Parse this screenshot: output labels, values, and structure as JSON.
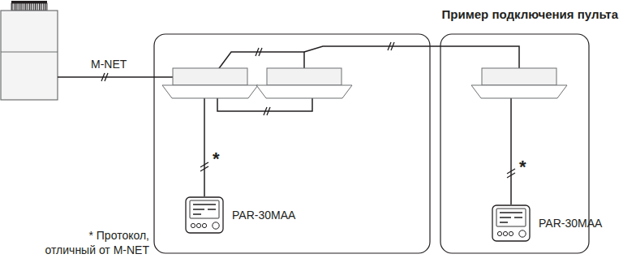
{
  "diagram": {
    "title": "Пример подключения пульта",
    "nodes": [
      {
        "text": [
          "PAR-30MAA"
        ]
      },
      {
        "text": [
          "PAR-30MAA"
        ]
      }
    ],
    "labels": [
      "M-NET",
      "*",
      "*",
      "* Протокол, отличный от M-NET"
    ]
  }
}
